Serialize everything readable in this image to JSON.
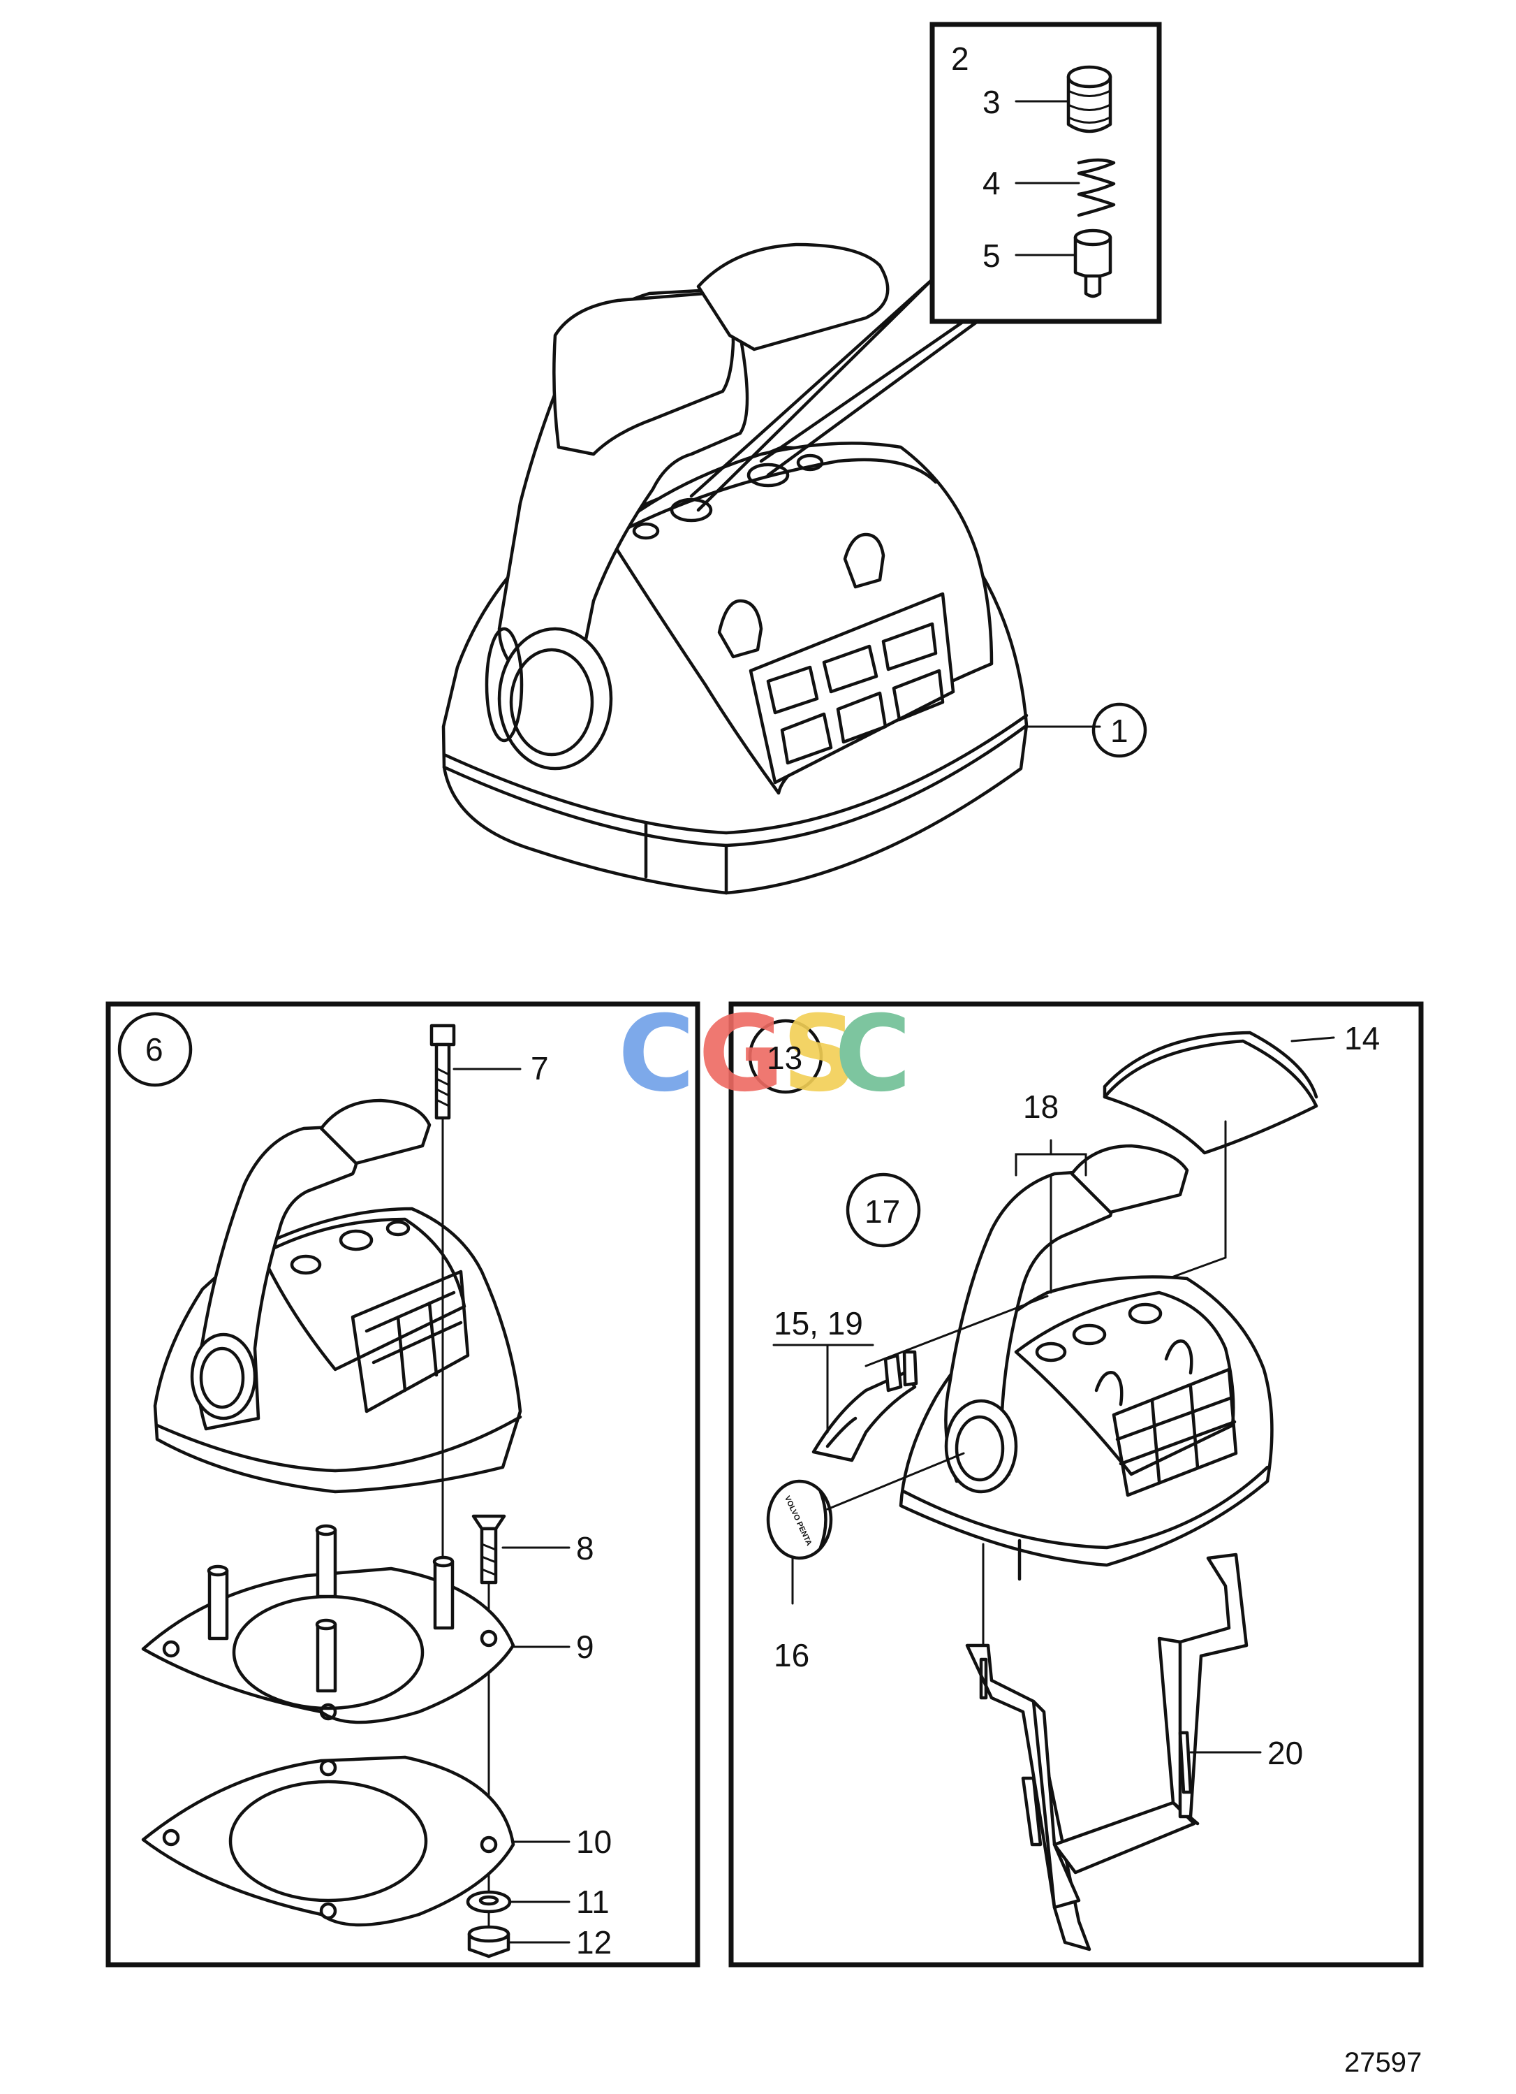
{
  "callouts": {
    "c1": "1",
    "c2": "2",
    "c3": "3",
    "c4": "4",
    "c5": "5",
    "c6": "6",
    "c7": "7",
    "c8": "8",
    "c9": "9",
    "c10": "10",
    "c11": "11",
    "c12": "12",
    "c13": "13",
    "c14": "14",
    "c15_19": "15, 19",
    "c16": "16",
    "c17": "17",
    "c18": "18",
    "c20": "20"
  },
  "watermark": {
    "letters": [
      "C",
      "G",
      "S",
      "C"
    ],
    "colors": [
      "#6fa0e8",
      "#ee6a62",
      "#f2cf55",
      "#6fbf95"
    ]
  },
  "badge_text": "VOLVO PENTA",
  "drawing_code": "27597"
}
